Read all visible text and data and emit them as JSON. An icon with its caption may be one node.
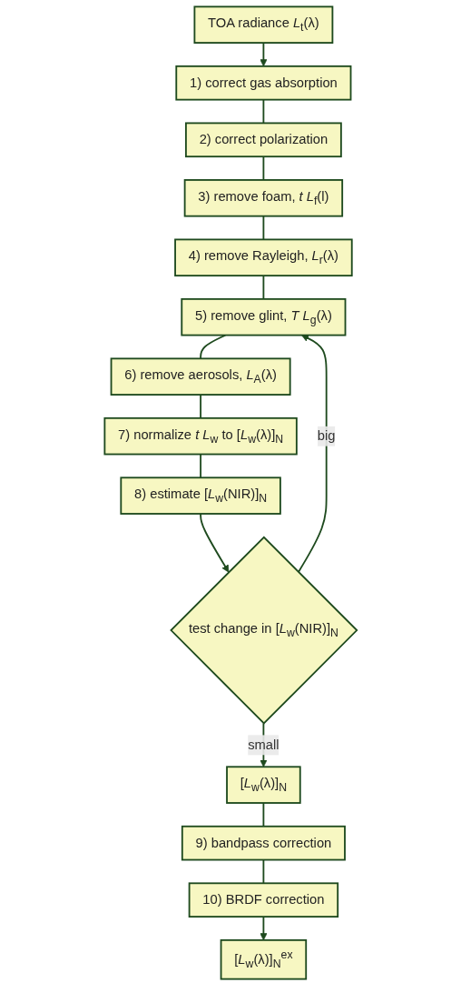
{
  "diagram": {
    "nodes": [
      {
        "text": [
          "TOA radiance *L*$_{t}$(λ)"
        ]
      },
      {
        "text": [
          "1) correct gas absorption"
        ]
      },
      {
        "text": [
          "2) correct polarization"
        ]
      },
      {
        "text": [
          "3) remove foam, *t* *L*$_{f}$(l)"
        ]
      },
      {
        "text": [
          "4) remove Rayleigh, *L*$_{r}$(λ)"
        ]
      },
      {
        "text": [
          "5) remove glint, *T* *L*$_{g}$(λ)"
        ]
      },
      {
        "text": [
          "6) remove aerosols, *L*$_{A}$(λ)"
        ]
      },
      {
        "text": [
          "7) normalize *t* *L*$_{w}$ to [*L*$_{w}$(λ)]$_{N}$"
        ]
      },
      {
        "text": [
          "8) estimate [*L*$_{w}$(NIR)]$_{N}$"
        ]
      },
      {
        "text": [
          "test change in [*L*$_{w}$(NIR)]$_{N}$"
        ]
      },
      {
        "text": [
          "[*L*$_{w}$(λ)]$_{N}$"
        ]
      },
      {
        "text": [
          "9) bandpass correction"
        ]
      },
      {
        "text": [
          "10) BRDF correction"
        ]
      },
      {
        "text": [
          "[*L*$_{w}$(λ)]$_{N}$$^{ex}$"
        ]
      }
    ],
    "edges": [
      {
        "from": 0,
        "to": 1,
        "arrow": "to"
      },
      {
        "from": 1,
        "to": 2,
        "arrow": "none"
      },
      {
        "from": 2,
        "to": 3,
        "arrow": "none"
      },
      {
        "from": 3,
        "to": 4,
        "arrow": "none"
      },
      {
        "from": 4,
        "to": 5,
        "arrow": "none"
      },
      {
        "from": 5,
        "to": 6,
        "arrow": "none"
      },
      {
        "from": 6,
        "to": 7,
        "arrow": "none"
      },
      {
        "from": 7,
        "to": 8,
        "arrow": "none"
      },
      {
        "from": 8,
        "to": 9,
        "arrow": "to"
      },
      {
        "from": 9,
        "to": 5,
        "arrow": "to",
        "label": "big"
      },
      {
        "from": 9,
        "to": 10,
        "arrow": "to",
        "label": "small"
      },
      {
        "from": 10,
        "to": 11,
        "arrow": "none"
      },
      {
        "from": 11,
        "to": 12,
        "arrow": "none"
      },
      {
        "from": 12,
        "to": 13,
        "arrow": "to"
      }
    ]
  }
}
